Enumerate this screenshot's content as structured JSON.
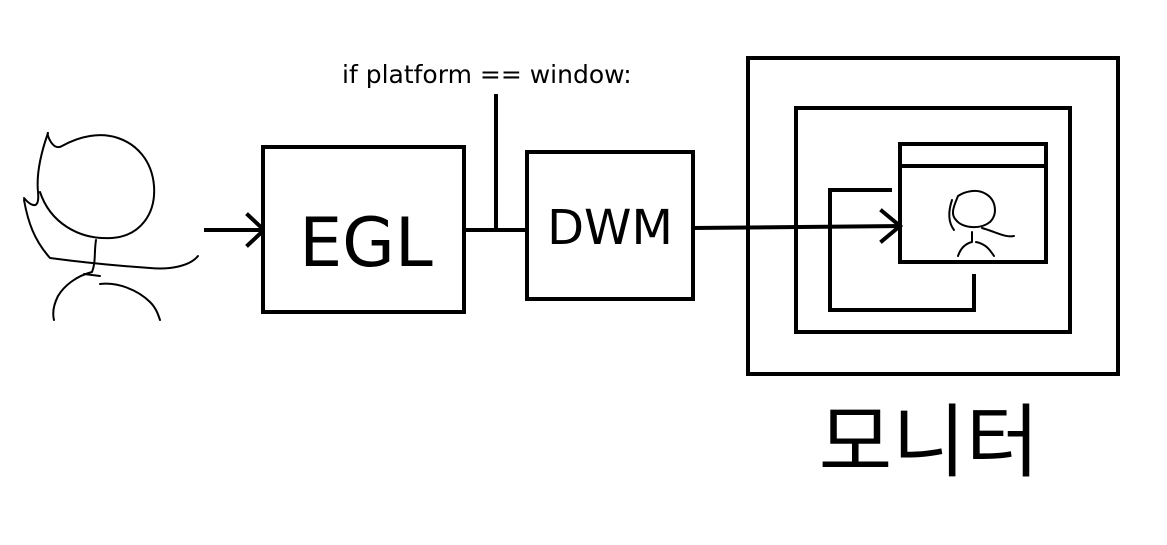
{
  "condition": "if platform == window:",
  "nodes": {
    "egl": "EGL",
    "dwm": "DWM",
    "monitor": "모니터"
  },
  "icons": {
    "user": "person-sketch-icon",
    "monitor": "monitor-icon",
    "app_window": "app-window-icon"
  }
}
